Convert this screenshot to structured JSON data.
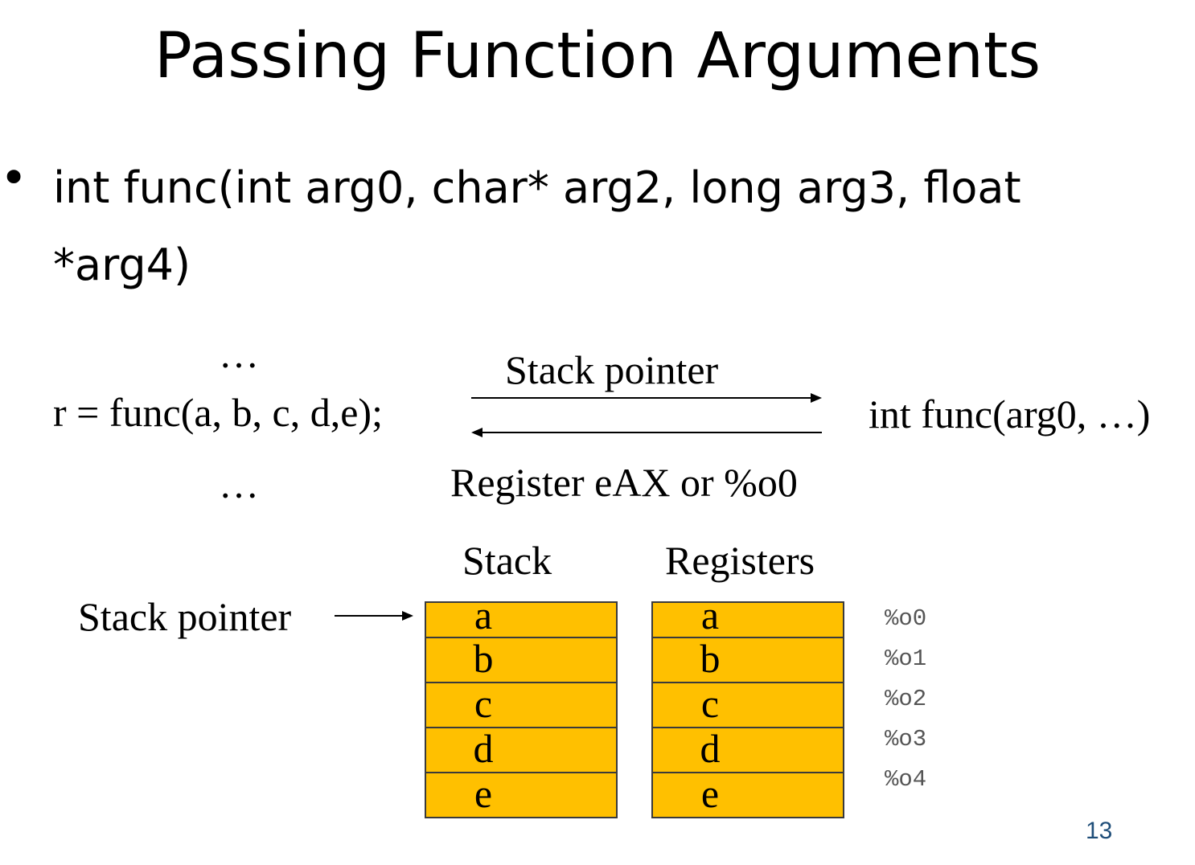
{
  "title": "Passing Function Arguments",
  "bullet": {
    "marker": "•",
    "text": "int func(int arg0, char* arg2, long arg3, float *arg4)"
  },
  "diagram": {
    "ellipsis_top": "…",
    "call_expression": "r = func(a, b, c, d,e);",
    "ellipsis_bottom": "…",
    "stack_pointer_label": "Stack pointer",
    "definition": "int func(arg0, …)",
    "return_label": "Register eAX or %o0",
    "stack_heading": "Stack",
    "registers_heading": "Registers",
    "stack_pointer_label_2": "Stack pointer",
    "stack_cells": [
      "a",
      "b",
      "c",
      "d",
      "e"
    ],
    "register_cells": [
      "a",
      "b",
      "c",
      "d",
      "e"
    ],
    "register_names": [
      "%o0",
      "%o1",
      "%o2",
      "%o3",
      "%o4"
    ],
    "cell_color": "#ffc000"
  },
  "page_number": "13"
}
